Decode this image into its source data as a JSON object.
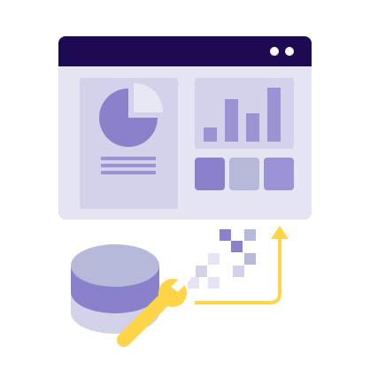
{
  "illustration": {
    "window_controls": [
      "window-dot",
      "window-dot"
    ],
    "pie_chart": {
      "slices": [
        "main-slice",
        "highlight-slice"
      ]
    },
    "bar_chart_levels": [
      0.24,
      0.72,
      0.48,
      0.93
    ],
    "summary_tiles": [
      "tile-1",
      "tile-2",
      "tile-3"
    ],
    "colors": {
      "titlebar": "#1e0a52",
      "window": "#e4e4f2",
      "panel": "#d2d2ea",
      "accent": "#8a81cc",
      "muted": "#b7b9d9",
      "arrow": "#ffd447"
    },
    "icons": [
      "database-icon",
      "wrench-icon",
      "pixel-cluster-icon",
      "arrow-up-icon"
    ]
  }
}
